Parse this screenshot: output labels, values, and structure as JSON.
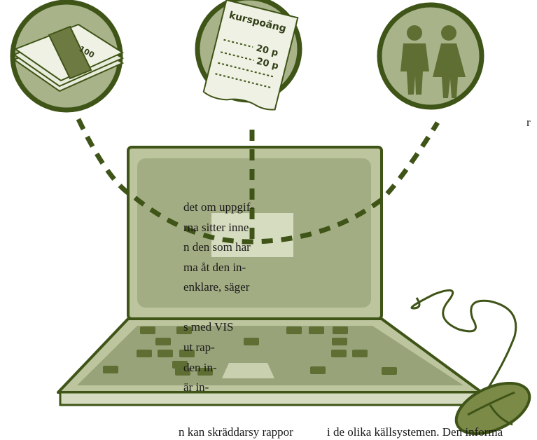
{
  "illustration": {
    "document_title": "kurspoäng",
    "document_lines": [
      "20 p",
      "20 p"
    ],
    "banknote_value": "100"
  },
  "body_text": {
    "left_column": [
      "r",
      "det om uppgif-",
      "rna sitter inne",
      "n den som har",
      "ma åt den in-",
      "enklare, säger",
      "s med VIS",
      "ut rap-",
      "den in-",
      "är in-"
    ],
    "bottom_line_left": "n kan skräddarsy rappor",
    "bottom_line_right": "i de olika källsystemen. Den informa"
  },
  "colors": {
    "dark_green": "#3f5417",
    "mid_green": "#6d7a42",
    "light_green": "#a8b38a",
    "pale_green": "#e3e8d0",
    "screen_green": "#a3ad84"
  }
}
